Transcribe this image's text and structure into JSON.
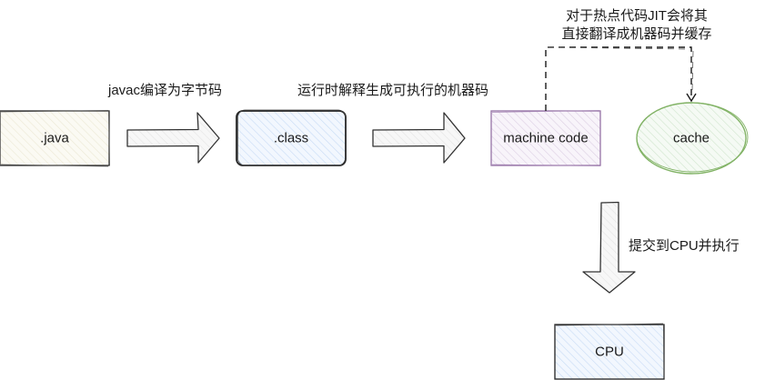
{
  "diagram": {
    "nodes": [
      {
        "id": "java",
        "label": ".java",
        "shape": "rectangle",
        "fill": "#f9f7ed",
        "stroke": "#1a1a1a"
      },
      {
        "id": "class",
        "label": ".class",
        "shape": "rounded-rectangle",
        "fill": "#dae8fc",
        "stroke": "#1a1a1a"
      },
      {
        "id": "machine",
        "label": "machine code",
        "shape": "rectangle",
        "fill": "#e1d5e7",
        "stroke": "#9673a6"
      },
      {
        "id": "cache",
        "label": "cache",
        "shape": "ellipse",
        "fill": "#d5e8d4",
        "stroke": "#82b366"
      },
      {
        "id": "cpu",
        "label": "CPU",
        "shape": "rectangle",
        "fill": "#dae8fc",
        "stroke": "#1a1a1a"
      }
    ],
    "edges": [
      {
        "from": "java",
        "to": "class",
        "style": "block-arrow",
        "label": "javac编译为字节码"
      },
      {
        "from": "class",
        "to": "machine",
        "style": "block-arrow",
        "label": "运行时解释生成可执行的机器码"
      },
      {
        "from": "machine",
        "to": "cache",
        "style": "dashed",
        "label_lines": [
          "对于热点代码JIT会将其",
          "直接翻译成机器码并缓存"
        ]
      },
      {
        "from": "machine",
        "to": "cpu",
        "style": "block-arrow",
        "label": "提交到CPU并执行"
      }
    ]
  }
}
